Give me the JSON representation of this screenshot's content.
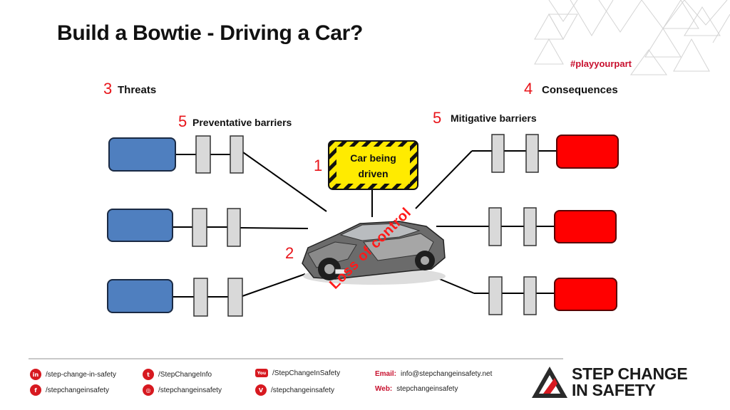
{
  "title": "Build a Bowtie - Driving a Car?",
  "hashtag": "#playyourpart",
  "threats": {
    "count": "3",
    "label": "Threats"
  },
  "consequences": {
    "count": "4",
    "label": "Consequences"
  },
  "preventative": {
    "count": "5",
    "label": "Preventative barriers"
  },
  "mitigative": {
    "count": "5",
    "label": "Mitigative barriers"
  },
  "hazard": {
    "number": "1",
    "line1": "Car being",
    "line2": "driven"
  },
  "top_event": {
    "number": "2",
    "label": "Loss of control"
  },
  "colors": {
    "threat": "#4f7fbf",
    "consequence": "#ff0000",
    "barrier": "#d9d9d9",
    "hazard_sign": "#ffeb00",
    "accent_red": "#e8141a"
  },
  "footer": {
    "social": [
      {
        "icon": "linkedin-icon",
        "glyph": "in",
        "text": "/step-change-in-safety"
      },
      {
        "icon": "facebook-icon",
        "glyph": "f",
        "text": "/stepchangeinsafety"
      },
      {
        "icon": "twitter-icon",
        "glyph": "t",
        "text": "/StepChangeInfo"
      },
      {
        "icon": "instagram-icon",
        "glyph": "◎",
        "text": "/stepchangeinsafety"
      },
      {
        "icon": "youtube-icon",
        "glyph": "You",
        "text": "/StepChangeInSafety"
      },
      {
        "icon": "vimeo-icon",
        "glyph": "V",
        "text": "/stepchangeinsafety"
      }
    ],
    "email_label": "Email:",
    "email": "info@stepchangeinsafety.net",
    "web_label": "Web:",
    "web": "stepchangeinsafety",
    "brand_line1": "STEP CHANGE",
    "brand_line2": "IN SAFETY"
  }
}
